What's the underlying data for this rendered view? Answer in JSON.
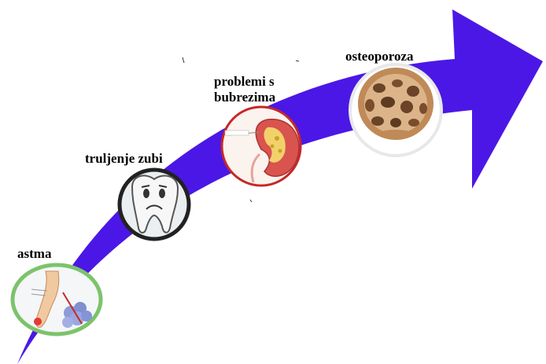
{
  "stages": [
    {
      "id": "astma",
      "label": "astma",
      "ring_color": "#7cc36a"
    },
    {
      "id": "zubi",
      "label": "truljenje zubi",
      "ring_color": "#222222"
    },
    {
      "id": "bubrezi",
      "label_line1": "problemi s",
      "label_line2": "bubrezima",
      "ring_color": "#c62828"
    },
    {
      "id": "osteoporoza",
      "label": "osteoporoza",
      "ring_color": "#eeeeee"
    }
  ],
  "arrow": {
    "color": "#4b17e6",
    "direction": "up-right"
  },
  "icons": [
    "lungs-diagram-icon",
    "sad-tooth-icon",
    "kidney-stones-icon",
    "porous-bone-icon"
  ]
}
